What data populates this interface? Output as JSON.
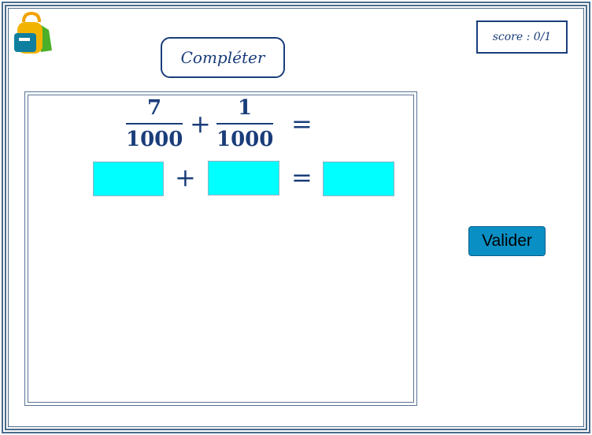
{
  "title": "Compléter",
  "score": {
    "text": "score : 0/1"
  },
  "problem": {
    "fraction1": {
      "numerator": "7",
      "denominator": "1000"
    },
    "operator": "+",
    "fraction2": {
      "numerator": "1",
      "denominator": "1000"
    },
    "equals": "=",
    "answer_row": {
      "operator": "+",
      "equals": "=",
      "inputs": [
        "",
        "",
        ""
      ]
    }
  },
  "buttons": {
    "validate_label": "Valider"
  },
  "colors": {
    "frame": "#4a6a8a",
    "text": "#1a3d7a",
    "input_bg": "#00ffff",
    "button_bg": "#0a8fc4"
  },
  "icons": {
    "logo": "backpack-icon"
  }
}
